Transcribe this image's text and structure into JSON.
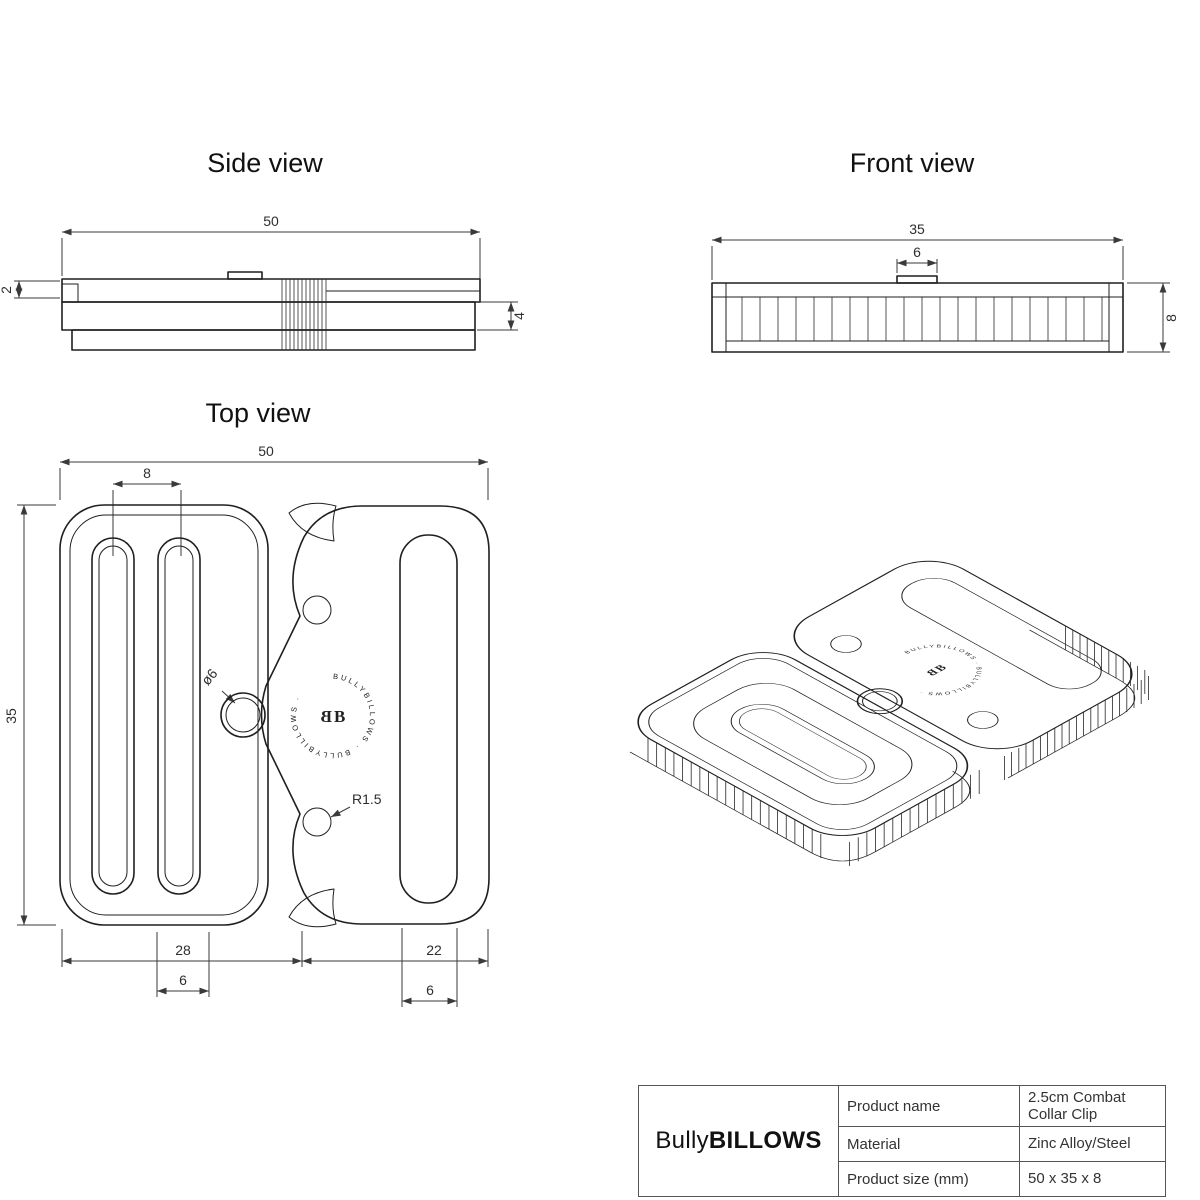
{
  "views": {
    "side": {
      "title": "Side view",
      "dim_length": "50",
      "dim_plate": "2",
      "dim_body": "4"
    },
    "front": {
      "title": "Front view",
      "dim_width": "35",
      "dim_tab": "6",
      "dim_height": "8"
    },
    "top": {
      "title": "Top view",
      "dim_length": "50",
      "dim_slot": "8",
      "dim_width": "35",
      "dim_hole_dia": "ø6",
      "dim_corner_radius": "R1.5",
      "dim_adjuster_len": "28",
      "dim_adjuster_small": "6",
      "dim_clip_len": "22",
      "dim_clip_slot": "6"
    }
  },
  "logo": {
    "ring_text": "BULLYBILLOWS · BULLYBILLOWS ·",
    "monogram_left": "B",
    "monogram_right": "B"
  },
  "title_block": {
    "brand_light": "Bully",
    "brand_bold": "BILLOWS",
    "rows": [
      {
        "label": "Product name",
        "value": "2.5cm Combat Collar Clip"
      },
      {
        "label": "Material",
        "value": "Zinc Alloy/Steel"
      },
      {
        "label": "Product size (mm)",
        "value": "50 x 35 x 8"
      }
    ]
  }
}
